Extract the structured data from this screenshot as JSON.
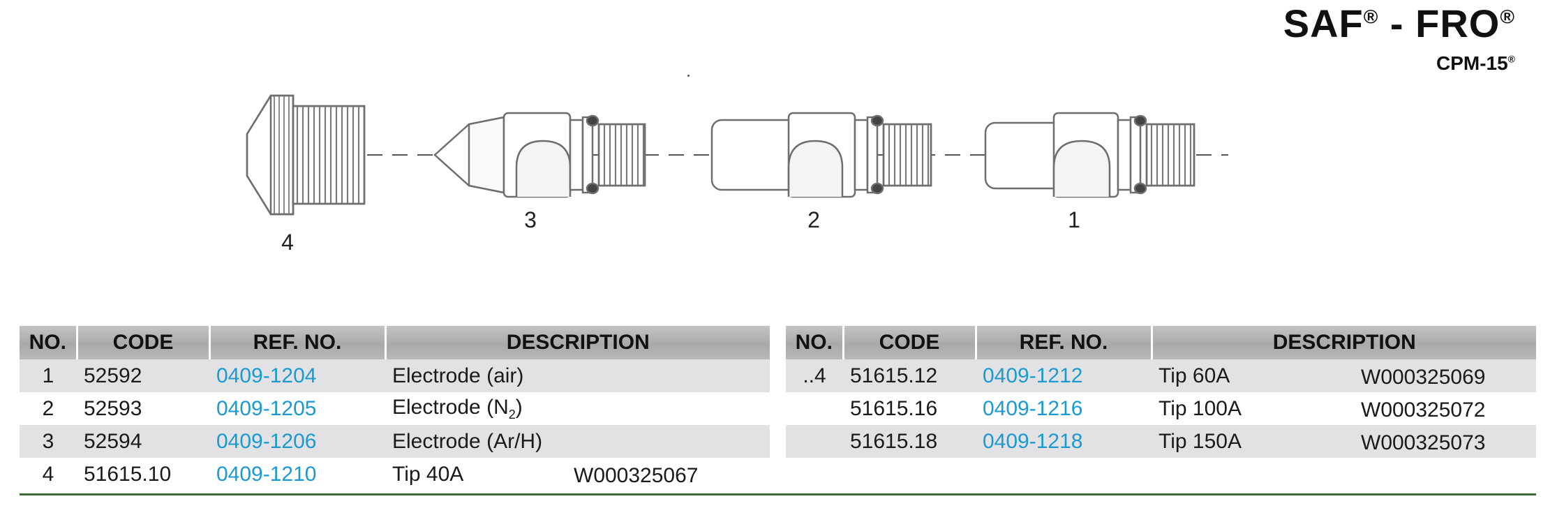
{
  "header": {
    "brand_a": "SAF",
    "reg": "®",
    "sep": " - ",
    "brand_b": "FRO",
    "model": "CPM-15"
  },
  "diagram": {
    "labels": [
      "4",
      "3",
      "2",
      "1"
    ]
  },
  "tables": {
    "columns": [
      "NO.",
      "CODE",
      "REF. NO.",
      "DESCRIPTION"
    ],
    "left_rows": [
      {
        "no": "1",
        "code": "52592",
        "ref": "0409-1204",
        "desc": "Electrode (air)",
        "part": ""
      },
      {
        "no": "2",
        "code": "52593",
        "ref": "0409-1205",
        "desc_pre": "Electrode (N",
        "desc_sub": "2",
        "desc_post": ")",
        "part": ""
      },
      {
        "no": "3",
        "code": "52594",
        "ref": "0409-1206",
        "desc": "Electrode (Ar/H)",
        "part": ""
      },
      {
        "no": "4",
        "code": "51615.10",
        "ref": "0409-1210",
        "desc": "Tip 40A",
        "part": "W000325067"
      }
    ],
    "right_rows": [
      {
        "no": "..4",
        "code": "51615.12",
        "ref": "0409-1212",
        "desc": "Tip 60A",
        "part": "W000325069"
      },
      {
        "no": "",
        "code": "51615.16",
        "ref": "0409-1216",
        "desc": "Tip 100A",
        "part": "W000325072"
      },
      {
        "no": "",
        "code": "51615.18",
        "ref": "0409-1218",
        "desc": "Tip 150A",
        "part": "W000325073"
      }
    ]
  },
  "colors": {
    "ref_link": "#1a9ad2",
    "header_gray": "#b0b0b0",
    "row_band": "#e2e2e4",
    "rule": "#3d6a3a"
  }
}
